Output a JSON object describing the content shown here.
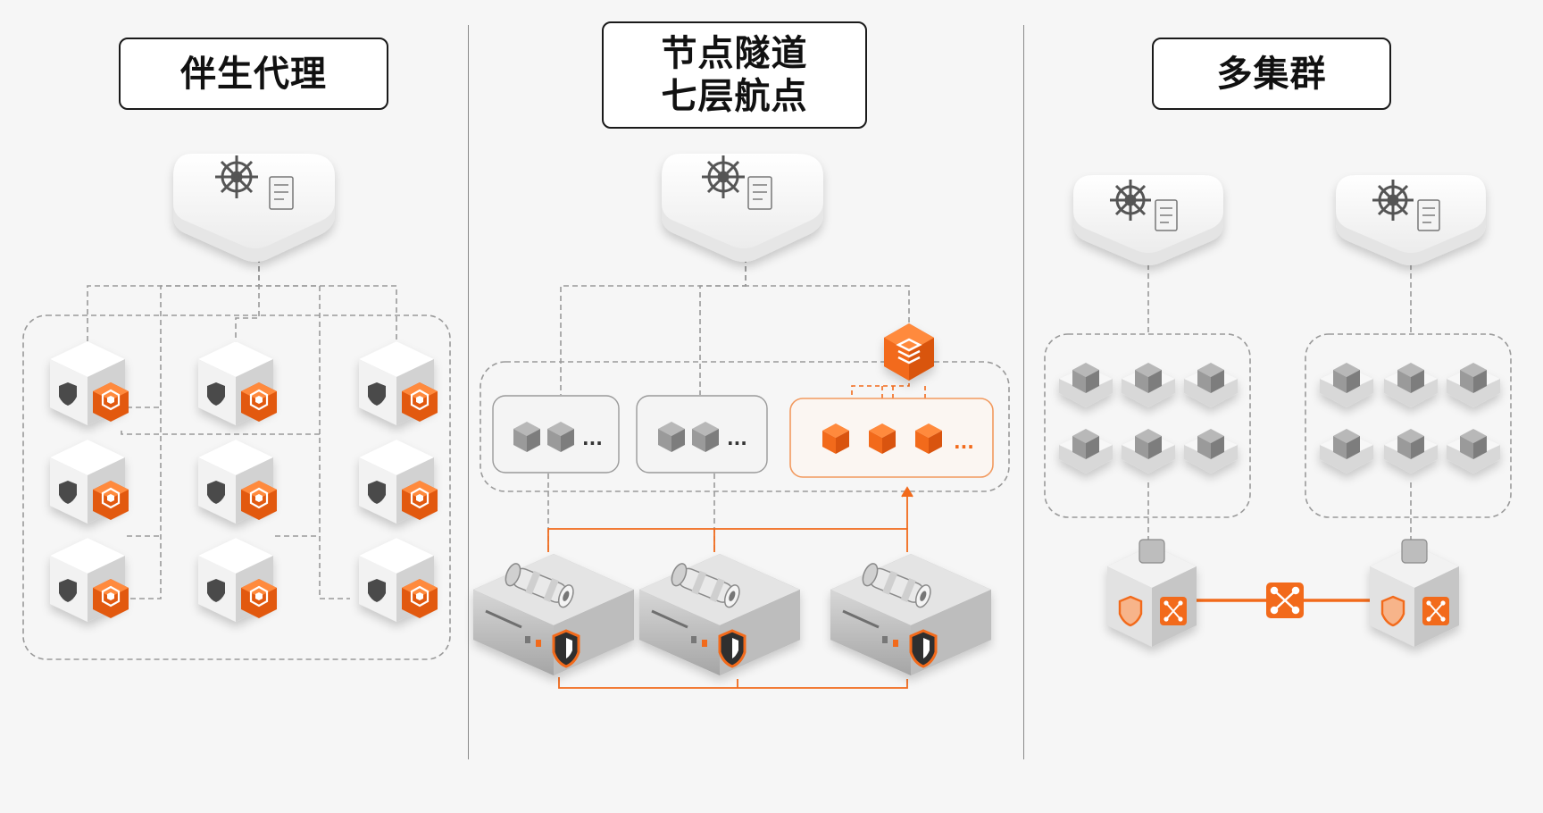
{
  "panels": [
    {
      "id": "sidecar",
      "title_lines": [
        "伴生代理"
      ]
    },
    {
      "id": "node-tunnel",
      "title_lines": [
        "节点隧道",
        "七层航点"
      ]
    },
    {
      "id": "multicluster",
      "title_lines": [
        "多集群"
      ]
    }
  ],
  "ellipsis": "...",
  "colors": {
    "accent": "#f26a1b",
    "line": "#9a9a9a",
    "box_border": "#1a1a1a",
    "background": "#f6f6f6"
  },
  "icons": {
    "control_plane": "ship-wheel-icon",
    "config": "document-icon",
    "workload": "shield-icon",
    "proxy": "hexagon-icon",
    "waypoint": "layers-icon",
    "tunnel": "pipe-icon",
    "gateway": "network-icon"
  }
}
